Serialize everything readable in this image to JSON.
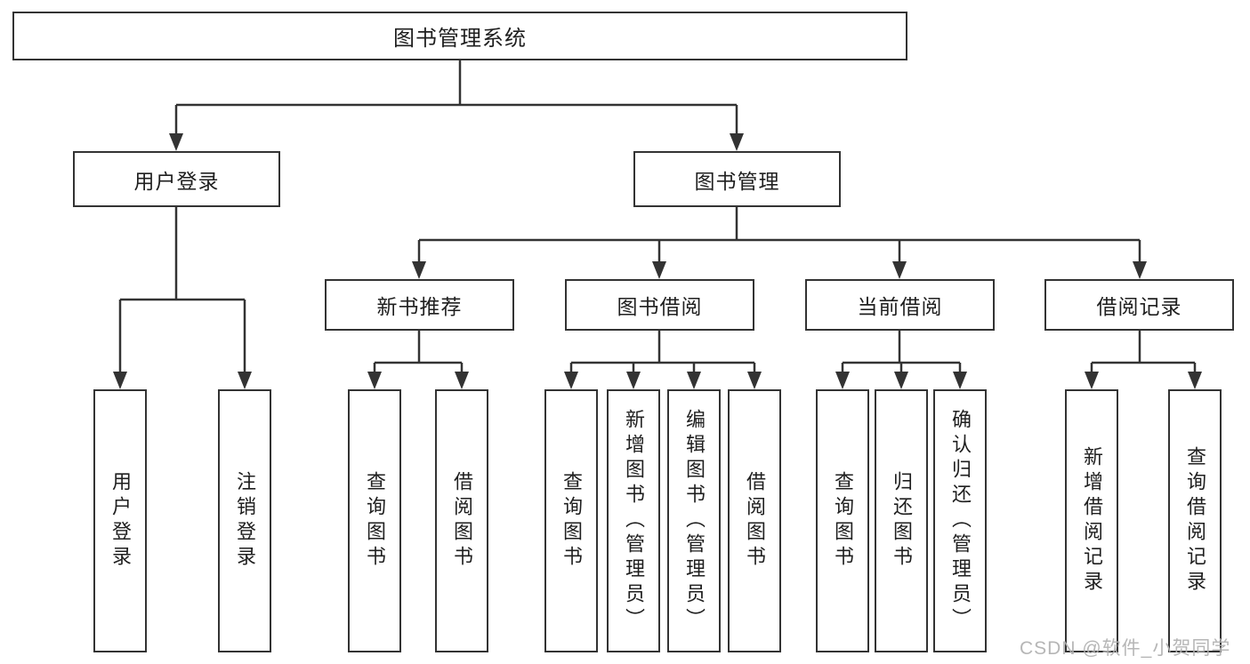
{
  "diagram": {
    "root": {
      "label": "图书管理系统"
    },
    "branches": [
      {
        "label": "用户登录",
        "children": [
          {
            "label": "用户登录"
          },
          {
            "label": "注销登录"
          }
        ]
      },
      {
        "label": "图书管理",
        "children": [
          {
            "label": "新书推荐",
            "children": [
              {
                "label": "查询图书"
              },
              {
                "label": "借阅图书"
              }
            ]
          },
          {
            "label": "图书借阅",
            "children": [
              {
                "label": "查询图书"
              },
              {
                "label": "新增图书（管理员）"
              },
              {
                "label": "编辑图书（管理员）"
              },
              {
                "label": "借阅图书"
              }
            ]
          },
          {
            "label": "当前借阅",
            "children": [
              {
                "label": "查询图书"
              },
              {
                "label": "归还图书"
              },
              {
                "label": "确认归还（管理员）"
              }
            ]
          },
          {
            "label": "借阅记录",
            "children": [
              {
                "label": "新增借阅记录"
              },
              {
                "label": "查询借阅记录"
              }
            ]
          }
        ]
      }
    ],
    "watermark": "CSDN @软件_小贺同学",
    "colors": {
      "line": "#333333",
      "box_border": "#333333",
      "text": "#1f1f1f",
      "watermark": "#b2b2b2",
      "background": "#ffffff"
    }
  }
}
